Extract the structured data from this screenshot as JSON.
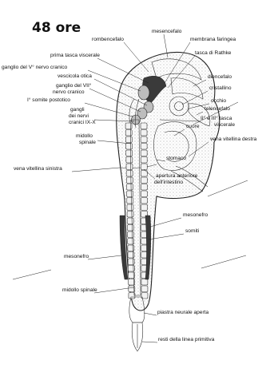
{
  "title": "48 ore",
  "labels": {
    "mesencefalo": "mesencefalo",
    "rombencefalo": "rombencefalo",
    "membrana_faringea": "membrana faringea",
    "prima_tasca_viscerale": "prima tasca viscerale",
    "tasca_rathke": "tasca di Rathke",
    "ganglio_v": "ganglio del V° nervo cranico",
    "vescicola_otica": "vescicola otica",
    "ganglio_vii_1": "ganglio del VII°",
    "ganglio_vii_2": "nervo cranico",
    "i_somite": "I° somite postotico",
    "gangli_1": "gangli",
    "gangli_2": "dei nervi",
    "gangli_3": "cranici IX-X",
    "diencefalo": "diencefalo",
    "cristallino": "cristallino",
    "occhio": "occhio",
    "telencefalo": "telencefalo",
    "tasca_ii_iii_1": "II° e III° tasca",
    "tasca_ii_iii_2": "viscerale",
    "cuore": "cuore",
    "midollo_1": "midollo",
    "midollo_2": "spinale",
    "vena_vitellina_destra": "vena vitellina destra",
    "stomaco": "stomaco",
    "vena_vitellina_sinistra": "vena vitellina sinistra",
    "apertura_1": "apertura anteriore",
    "apertura_2": "dell'intestino",
    "mesonefro_r": "mesonefro",
    "somiti": "somiti",
    "mesonefro_l": "mesonefro",
    "midollo_spinale": "midollo spinale",
    "piastra_neurale": "piastra neurale aperta",
    "resti_linea": "resti della linea primitiva"
  }
}
